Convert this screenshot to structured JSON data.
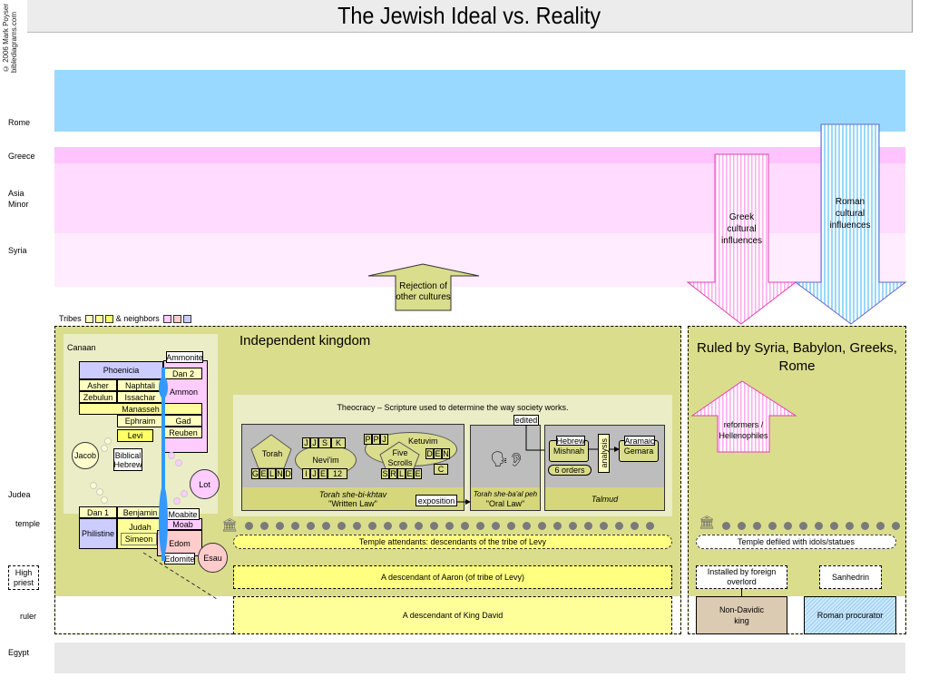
{
  "title": "The Jewish Ideal vs. Reality",
  "copyright": [
    "© 2006 Mark Poyser",
    "biblediagrams.com"
  ],
  "row_labels": {
    "rome": "Rome",
    "greece": "Greece",
    "asia_minor": "Asia Minor",
    "syria": "Syria",
    "judea": "Judea",
    "temple": "temple",
    "high_priest": "High priest",
    "ruler": "ruler",
    "egypt": "Egypt"
  },
  "legend": {
    "tribes_label": "Tribes",
    "neighbors_label": "& neighbors",
    "tribe_colors": [
      "#ffffc0",
      "#ffff99",
      "#ffff66"
    ],
    "neighbor_colors": [
      "#ffccff",
      "#ffcccc",
      "#ccccff"
    ]
  },
  "colors": {
    "rome_band": "#99d9ff",
    "greece_band": "#ffc4ff",
    "asia_minor_band": "#ffdcff",
    "syria_band": "#ffecff",
    "egypt_band": "#e8e8e8",
    "kingdom_bg": "#dadd8c",
    "canaan_bg": "#ebedc6",
    "jordan_river": "#3399ff"
  },
  "arrows": {
    "rejection": "Rejection of other cultures",
    "greek": "Greek cultural influences",
    "roman": "Roman cultural influences",
    "reformers": "reformers / Hellenophiles"
  },
  "ideal": {
    "heading": "Independent kingdom",
    "canaan_label": "Canaan",
    "theocracy": "Theocracy – Scripture used to determine the way society works.",
    "tribes": {
      "phoenicia": "Phoenicia",
      "asher": "Asher",
      "naphtali": "Naphtali",
      "zebulun": "Zebulun",
      "issachar": "Issachar",
      "manasseh": "Manasseh",
      "ephraim": "Ephraim",
      "levi": "Levi",
      "dan2": "Dan 2",
      "ammon": "Ammon",
      "ammonite": "Ammonite",
      "gad": "Gad",
      "reuben": "Reuben",
      "jacob": "Jacob",
      "biblical_hebrew": "Biblical Hebrew",
      "lot": "Lot",
      "dan1": "Dan 1",
      "benjamin": "Benjamin",
      "philistine": "Philistine",
      "judah": "Judah",
      "simeon": "Simeon",
      "moab": "Moab",
      "moabite": "Moabite",
      "edom": "Edom",
      "edomite": "Edomite",
      "esau": "Esau"
    },
    "written_law": {
      "torah": "Torah",
      "torah_books": [
        "G",
        "E",
        "L",
        "N",
        "D"
      ],
      "neviim": "Nevi'im",
      "neviim_top": [
        "J",
        "J",
        "S",
        "K"
      ],
      "neviim_bottom": [
        "I",
        "J",
        "E",
        "12"
      ],
      "ketuvim": "Ketuvim",
      "ketuvim_top": [
        "P",
        "P",
        "J"
      ],
      "ketuvim_right": [
        "D",
        "E",
        "N"
      ],
      "ketuvim_c": "C",
      "five_scrolls": "Five Scrolls",
      "five_scrolls_books": [
        "S",
        "R",
        "L",
        "E",
        "E"
      ],
      "caption_hebrew": "Torah she-bi-khtav",
      "caption_english": "\"Written Law\"",
      "exposition": "exposition"
    },
    "oral_law": {
      "caption_hebrew": "Torah she-ba'al peh",
      "caption_english": "\"Oral Law\"",
      "edited": "edited"
    },
    "talmud": {
      "hebrew": "Hebrew",
      "mishnah": "Mishnah",
      "six_orders": "6 orders",
      "analysis": "analysis",
      "aramaic": "Aramaic",
      "gemara": "Gemara",
      "caption": "Talmud"
    },
    "temple_attendants": "Temple attendants: descendants of the tribe of Levy",
    "high_priest": "A descendant of Aaron (of tribe of Levy)",
    "ruler": "A descendant of King David"
  },
  "reality": {
    "heading": "Ruled by Syria, Babylon, Greeks, Rome",
    "temple": "Temple defiled with idols/statues",
    "installed": "Installed by foreign overlord",
    "sanhedrin": "Sanhedrin",
    "non_davidic": "Non-Davidic king",
    "procurator": "Roman procurator"
  }
}
